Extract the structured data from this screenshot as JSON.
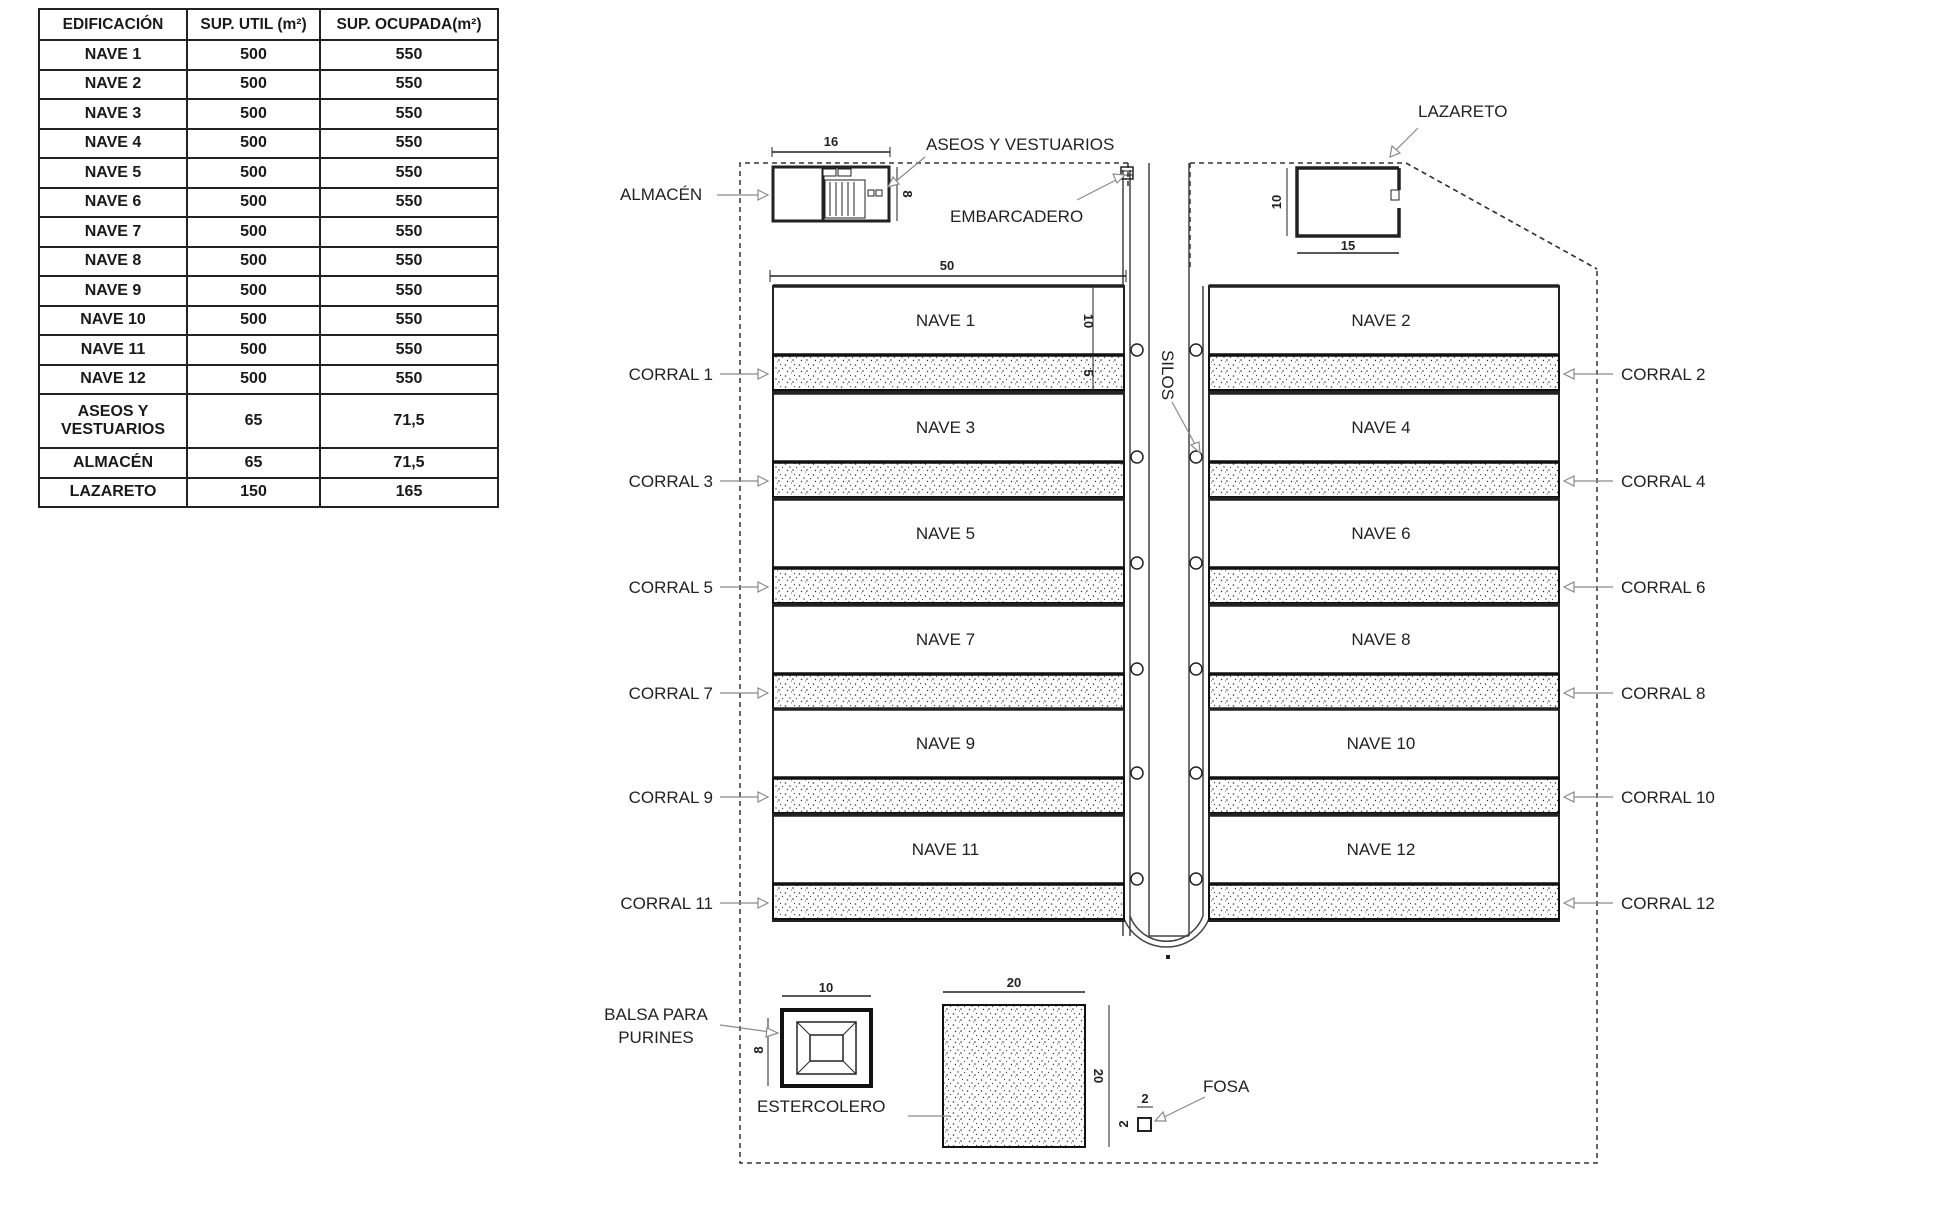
{
  "table": {
    "headers": [
      "EDIFICACIÓN",
      "SUP. UTIL (m²)",
      "SUP. OCUPADA(m²)"
    ],
    "rows": [
      {
        "name": "NAVE 1",
        "util": "500",
        "ocupada": "550"
      },
      {
        "name": "NAVE 2",
        "util": "500",
        "ocupada": "550"
      },
      {
        "name": "NAVE 3",
        "util": "500",
        "ocupada": "550"
      },
      {
        "name": "NAVE 4",
        "util": "500",
        "ocupada": "550"
      },
      {
        "name": "NAVE 5",
        "util": "500",
        "ocupada": "550"
      },
      {
        "name": "NAVE 6",
        "util": "500",
        "ocupada": "550"
      },
      {
        "name": "NAVE 7",
        "util": "500",
        "ocupada": "550"
      },
      {
        "name": "NAVE 8",
        "util": "500",
        "ocupada": "550"
      },
      {
        "name": "NAVE 9",
        "util": "500",
        "ocupada": "550"
      },
      {
        "name": "NAVE 10",
        "util": "500",
        "ocupada": "550"
      },
      {
        "name": "NAVE 11",
        "util": "500",
        "ocupada": "550"
      },
      {
        "name": "NAVE 12",
        "util": "500",
        "ocupada": "550"
      },
      {
        "name": "ASEOS Y VESTUARIOS",
        "util": "65",
        "ocupada": "71,5"
      },
      {
        "name": "ALMACÉN",
        "util": "65",
        "ocupada": "71,5"
      },
      {
        "name": "LAZARETO",
        "util": "150",
        "ocupada": "165"
      }
    ]
  },
  "plan": {
    "naves": [
      "NAVE 1",
      "NAVE 2",
      "NAVE 3",
      "NAVE 4",
      "NAVE 5",
      "NAVE 6",
      "NAVE 7",
      "NAVE 8",
      "NAVE 9",
      "NAVE 10",
      "NAVE 11",
      "NAVE 12"
    ],
    "corrales": [
      "CORRAL 1",
      "CORRAL 2",
      "CORRAL 3",
      "CORRAL 4",
      "CORRAL 5",
      "CORRAL 6",
      "CORRAL 7",
      "CORRAL 8",
      "CORRAL 9",
      "CORRAL 10",
      "CORRAL 11",
      "CORRAL 12"
    ],
    "labels": {
      "almacen": "ALMACÉN",
      "aseos": "ASEOS Y VESTUARIOS",
      "embarcadero": "EMBARCADERO",
      "lazareto": "LAZARETO",
      "silos": "SILOS",
      "balsa_line1": "BALSA PARA",
      "balsa_line2": "PURINES",
      "estercolero": "ESTERCOLERO",
      "fosa": "FOSA"
    },
    "dimensions": {
      "almacen_width": "16",
      "almacen_depth": "8",
      "lazareto_width": "15",
      "lazareto_depth": "10",
      "nave_length": "50",
      "nave_depth": "10",
      "corral_depth": "5",
      "balsa_width": "10",
      "balsa_depth": "8",
      "estercolero_width": "20",
      "estercolero_depth": "20",
      "fosa_width": "2",
      "fosa_depth": "2"
    }
  }
}
